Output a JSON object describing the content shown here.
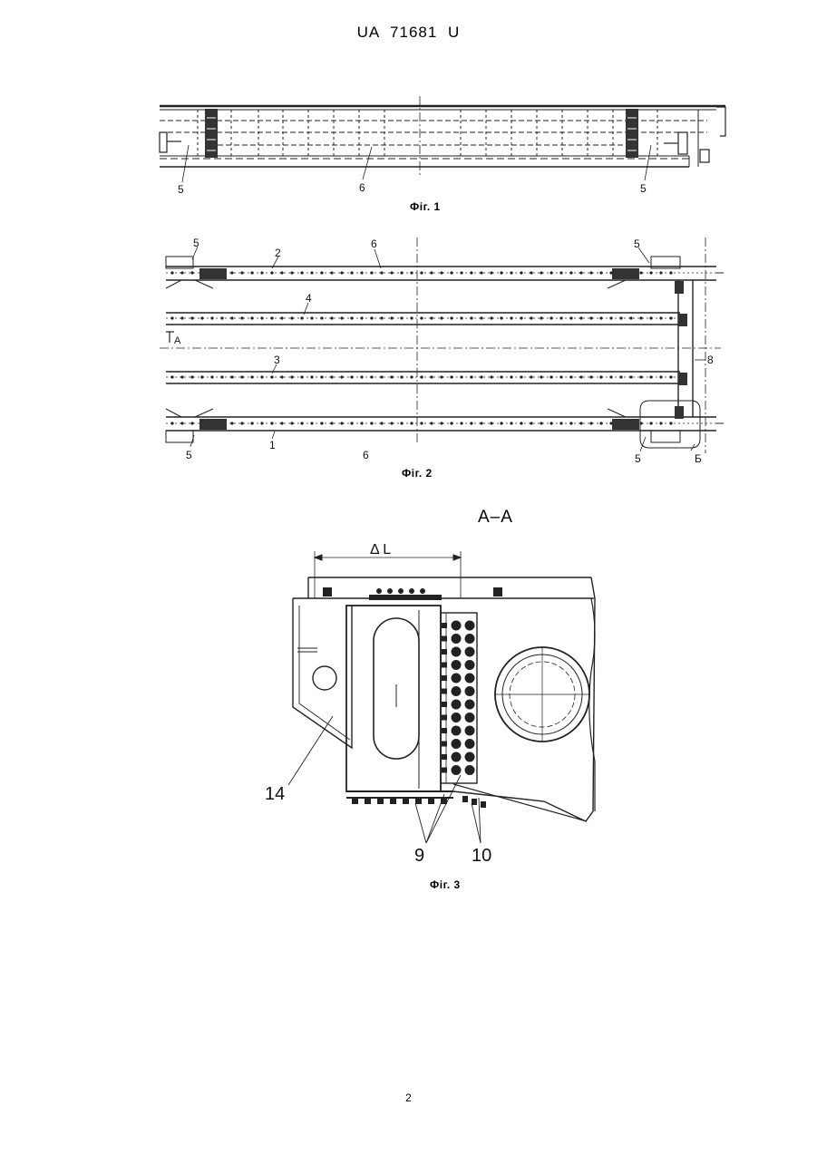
{
  "header": {
    "text": "UA   71681   U"
  },
  "fig1": {
    "caption": "Фіг. 1",
    "labels": {
      "left5": "5",
      "center6": "6",
      "right5": "5"
    }
  },
  "fig2": {
    "caption": "Фіг. 2",
    "labels": {
      "tl5": "5",
      "t2": "2",
      "t6": "6",
      "tr5": "5",
      "r4": "4",
      "r3": "3",
      "side8": "8",
      "sectA": "A",
      "bl5": "5",
      "b1": "1",
      "b6": "6",
      "br5": "5",
      "detailB": "Б"
    }
  },
  "fig3": {
    "caption": "Фіг. 3",
    "section": "А–А",
    "labels": {
      "delta": "Δ L",
      "l14": "14",
      "l9": "9",
      "l10": "10"
    }
  },
  "page_number": "2"
}
